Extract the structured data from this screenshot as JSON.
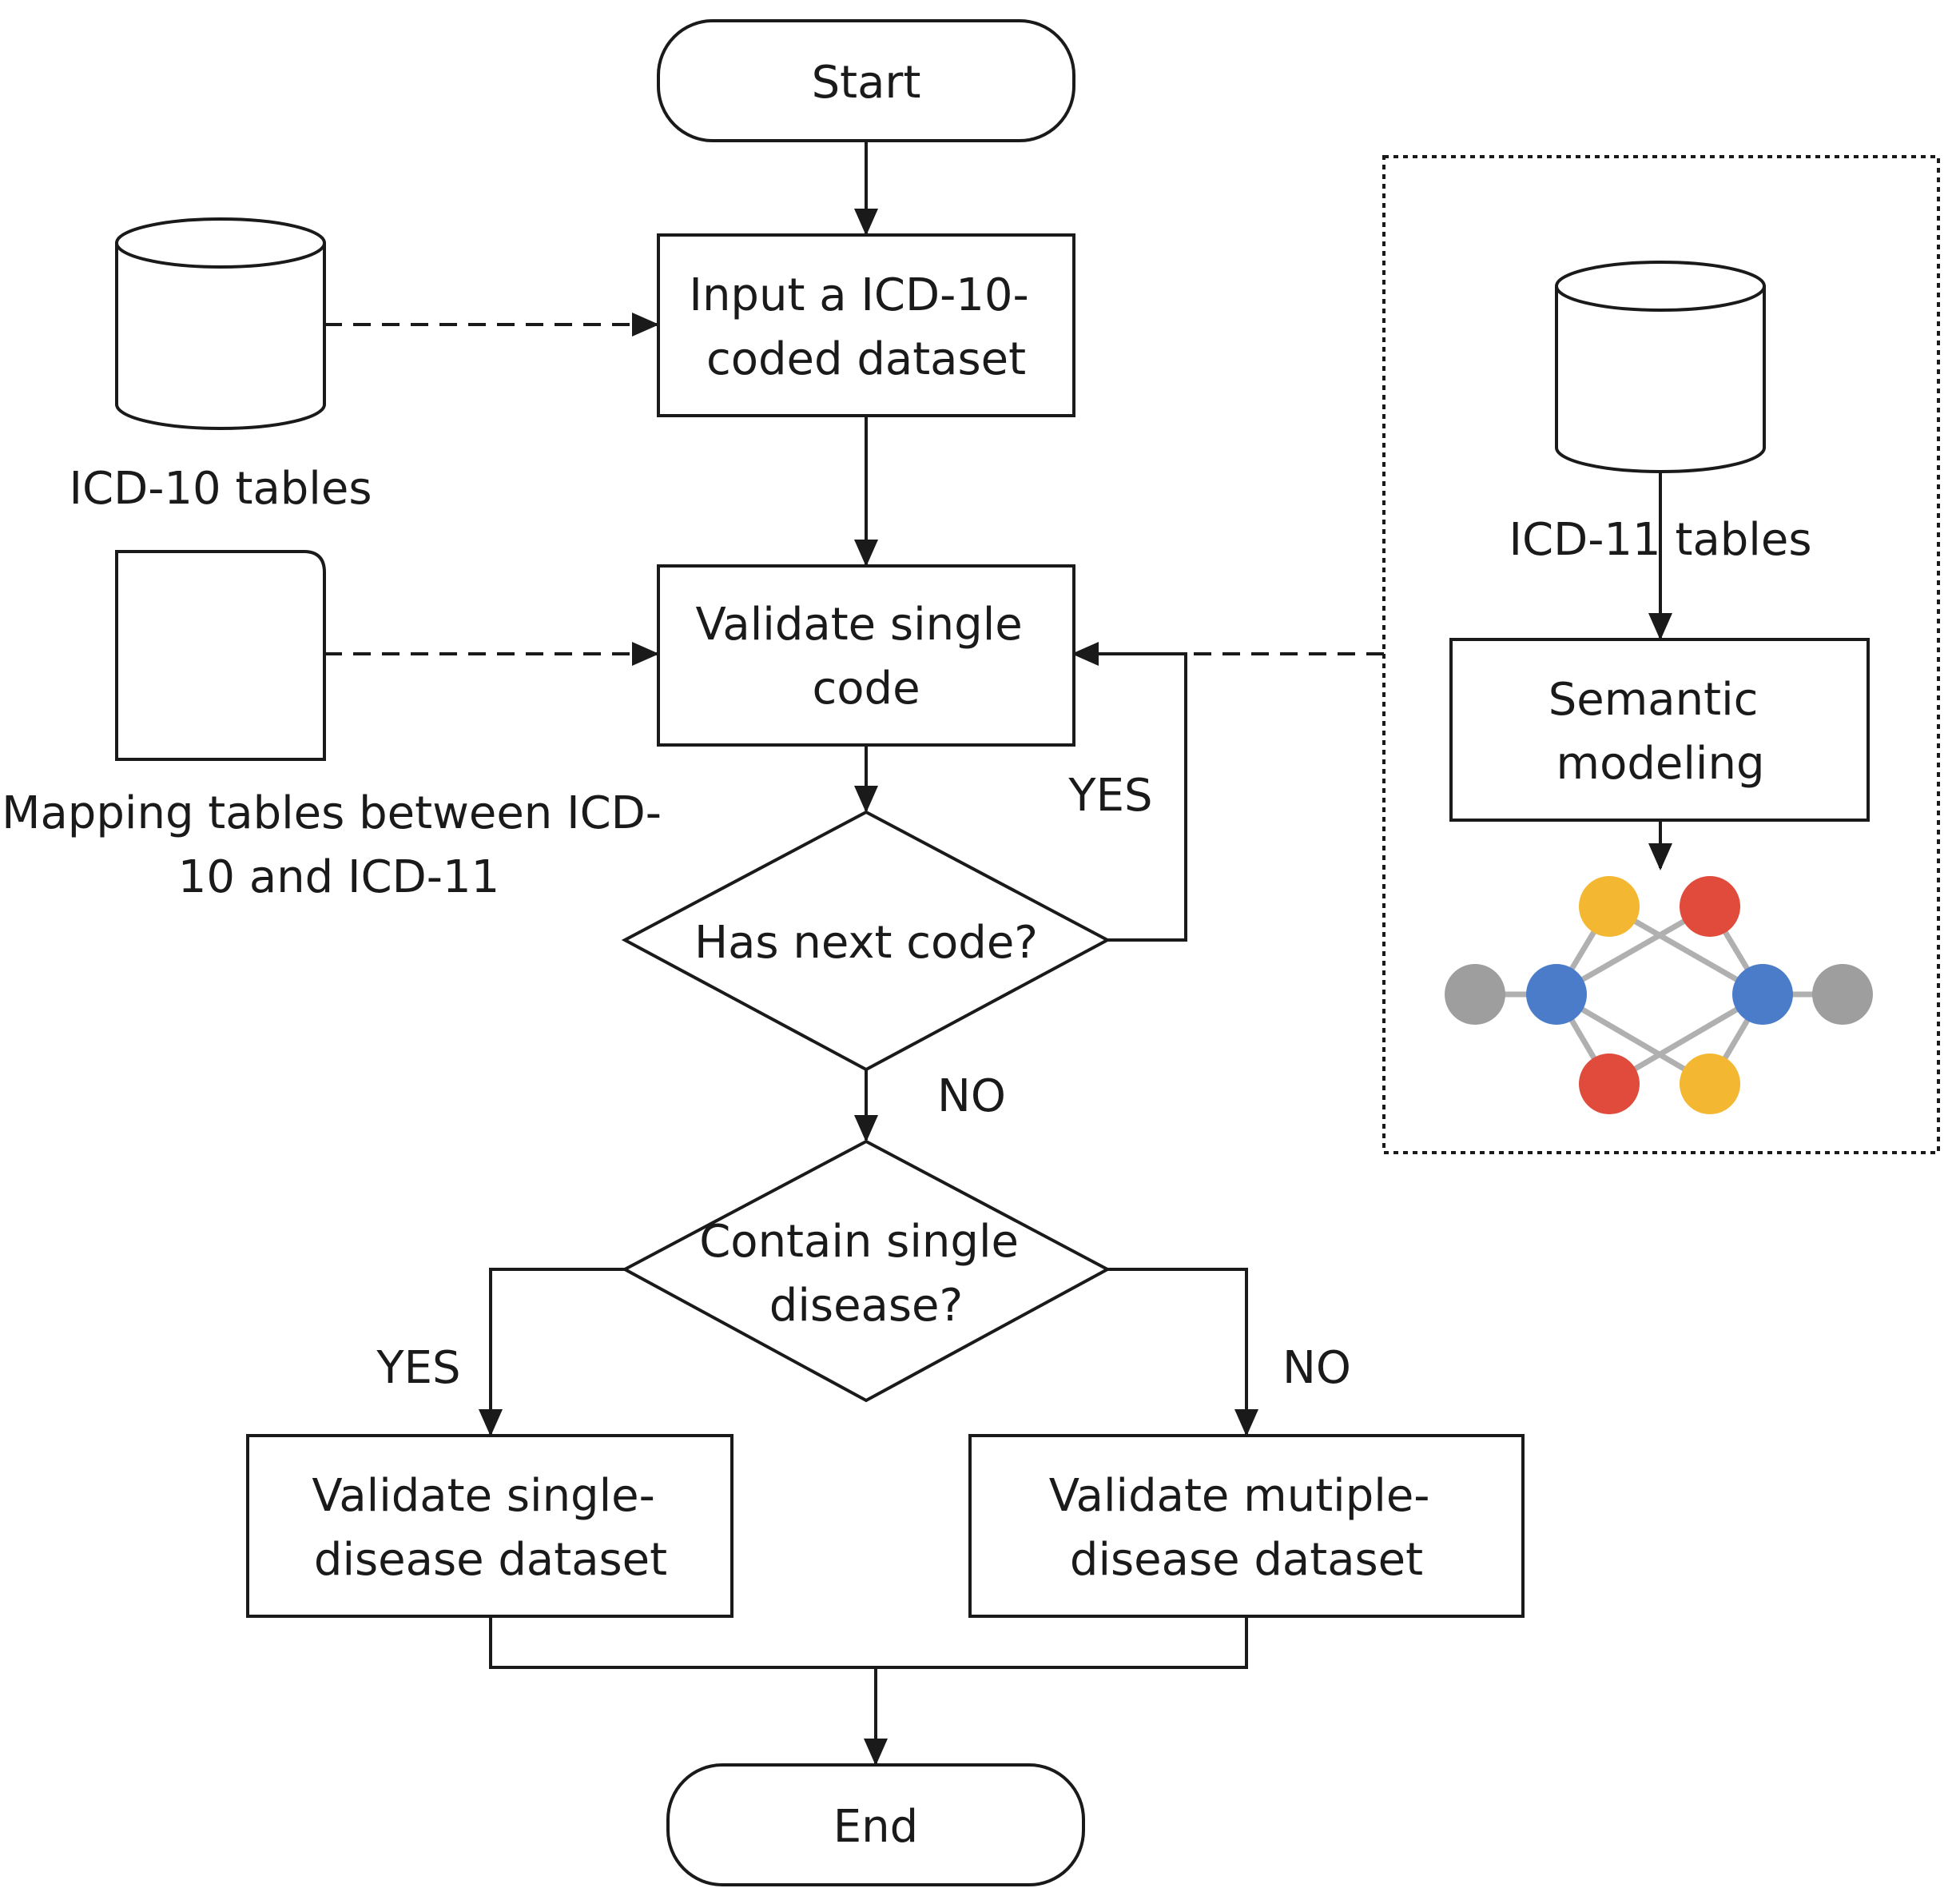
{
  "nodes": {
    "start": "Start",
    "input": [
      "Input a ICD-10-",
      "coded dataset"
    ],
    "validate_code": [
      "Validate single",
      "code"
    ],
    "has_next": "Has next code?",
    "contain_single": [
      "Contain single",
      "disease?"
    ],
    "validate_single": [
      "Validate single-",
      "disease dataset"
    ],
    "validate_multiple": [
      "Validate mutiple-",
      "disease dataset"
    ],
    "end": "End"
  },
  "sources": {
    "icd10_tables": "ICD-10 tables",
    "mapping_tables": [
      "Mapping tables between ICD-",
      "10 and ICD-11"
    ],
    "icd11_tables": "ICD-11 tables",
    "semantic_modeling": [
      "Semantic",
      "modeling"
    ]
  },
  "edge_labels": {
    "loop_yes": "YES",
    "next_no": "NO",
    "single_yes": "YES",
    "single_no": "NO"
  },
  "colors": {
    "grey": "#9e9e9e",
    "blue": "#4a7cc9",
    "yellow": "#f4b731",
    "red": "#e04b3c"
  }
}
